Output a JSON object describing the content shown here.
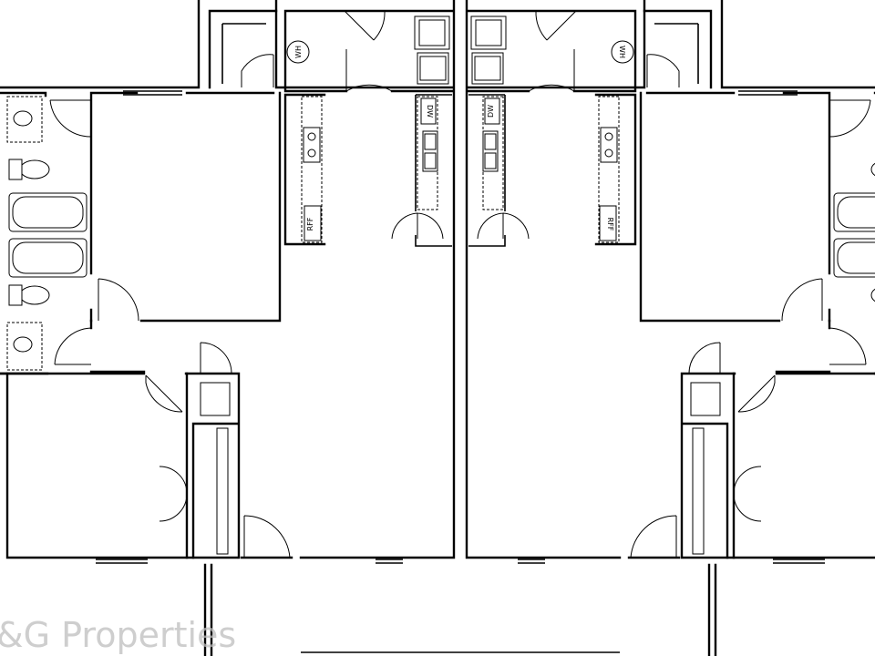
{
  "plan": {
    "watermark": "&G Properties",
    "labels": {
      "water_heater": "WH",
      "dishwasher": "DW",
      "fridge": "RFF"
    }
  }
}
